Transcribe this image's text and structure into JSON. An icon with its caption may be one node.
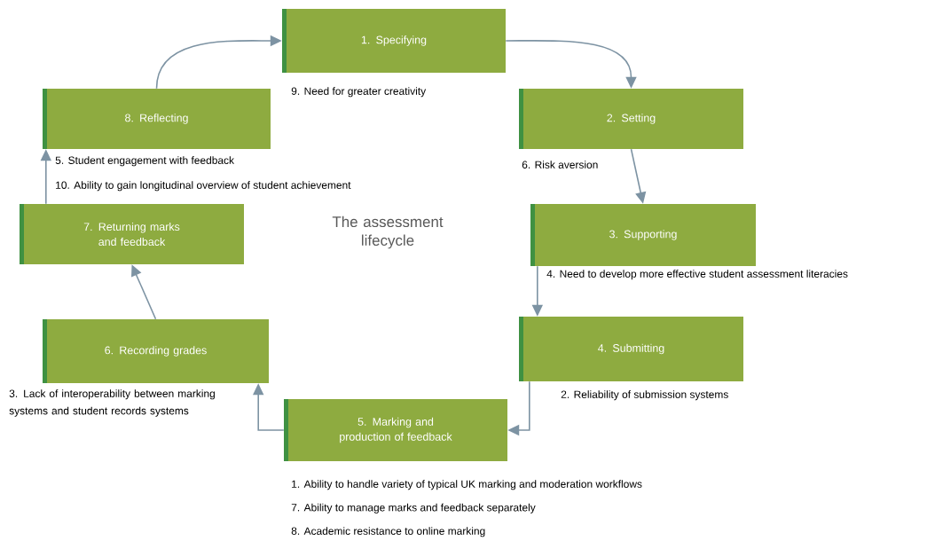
{
  "diagram": {
    "title": "The assessment lifecycle",
    "nodes": [
      {
        "text": [
          "1. Specifying"
        ],
        "beside": [
          "9. Need for greater creativity"
        ]
      },
      {
        "text": [
          "2. Setting"
        ],
        "beside": [
          "6. Risk aversion"
        ]
      },
      {
        "text": [
          "3. Supporting"
        ],
        "beside": [
          "4. Need to develop more effective student assessment literacies"
        ]
      },
      {
        "text": [
          "4. Submitting"
        ],
        "beside": [
          "2. Reliability of submission systems"
        ]
      },
      {
        "text": [
          "5. Marking and production of feedback"
        ],
        "beside": [
          "1. Ability to handle variety of typical UK marking and moderation workflows",
          "7. Ability to manage marks and feedback separately",
          "8. Academic resistance to online marking"
        ]
      },
      {
        "text": [
          "6. Recording grades"
        ],
        "beside": [
          "3. Lack of interoperability between marking systems and student records systems"
        ]
      },
      {
        "text": [
          "7. Returning marks and feedback"
        ]
      },
      {
        "text": [
          "8. Reflecting"
        ],
        "beside": [
          "5. Student engagement with feedback",
          "10. Ability to gain longitudinal overview of student achievement"
        ]
      }
    ],
    "edges": [
      {
        "from": 0,
        "to": 1,
        "arrow": "to"
      },
      {
        "from": 1,
        "to": 2,
        "arrow": "to"
      },
      {
        "from": 2,
        "to": 3,
        "arrow": "to"
      },
      {
        "from": 3,
        "to": 4,
        "arrow": "to"
      },
      {
        "from": 4,
        "to": 5,
        "arrow": "to"
      },
      {
        "from": 5,
        "to": 6,
        "arrow": "to"
      },
      {
        "from": 6,
        "to": 7,
        "arrow": "to"
      },
      {
        "from": 7,
        "to": 0,
        "arrow": "to"
      }
    ]
  }
}
